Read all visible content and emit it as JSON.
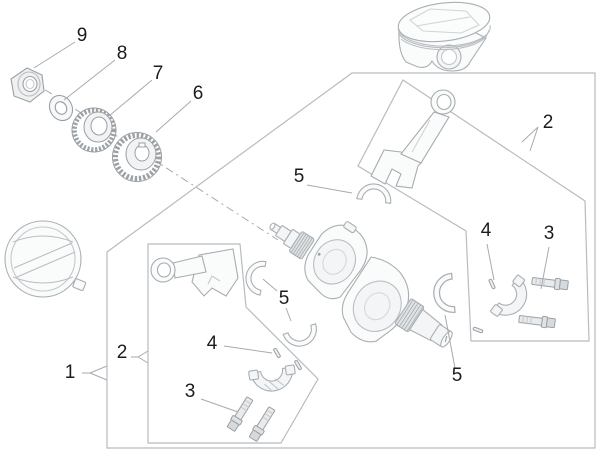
{
  "diagram": {
    "type": "exploded-parts-diagram",
    "callouts": [
      {
        "id": "callout-9",
        "text": "9"
      },
      {
        "id": "callout-8",
        "text": "8"
      },
      {
        "id": "callout-7",
        "text": "7"
      },
      {
        "id": "callout-6",
        "text": "6"
      },
      {
        "id": "callout-5-upper",
        "text": "5"
      },
      {
        "id": "callout-2-top-right",
        "text": "2"
      },
      {
        "id": "callout-5-middle",
        "text": "5"
      },
      {
        "id": "callout-4-right",
        "text": "4"
      },
      {
        "id": "callout-3-right",
        "text": "3"
      },
      {
        "id": "callout-5-bottom-right",
        "text": "5"
      },
      {
        "id": "callout-4-bottom",
        "text": "4"
      },
      {
        "id": "callout-3-bottom",
        "text": "3"
      },
      {
        "id": "callout-2-bottom-left",
        "text": "2"
      },
      {
        "id": "callout-1",
        "text": "1"
      }
    ],
    "colors": {
      "background": "#ffffff",
      "part_outline": "#a9afb3",
      "part_detail": "#ccd0d4",
      "box_outline": "#b7bcc0",
      "leader_line": "#a6abb0",
      "label_text": "#1c1c1e",
      "shade_light": "#eff1f2",
      "shade_mid": "#dfe2e5"
    }
  }
}
